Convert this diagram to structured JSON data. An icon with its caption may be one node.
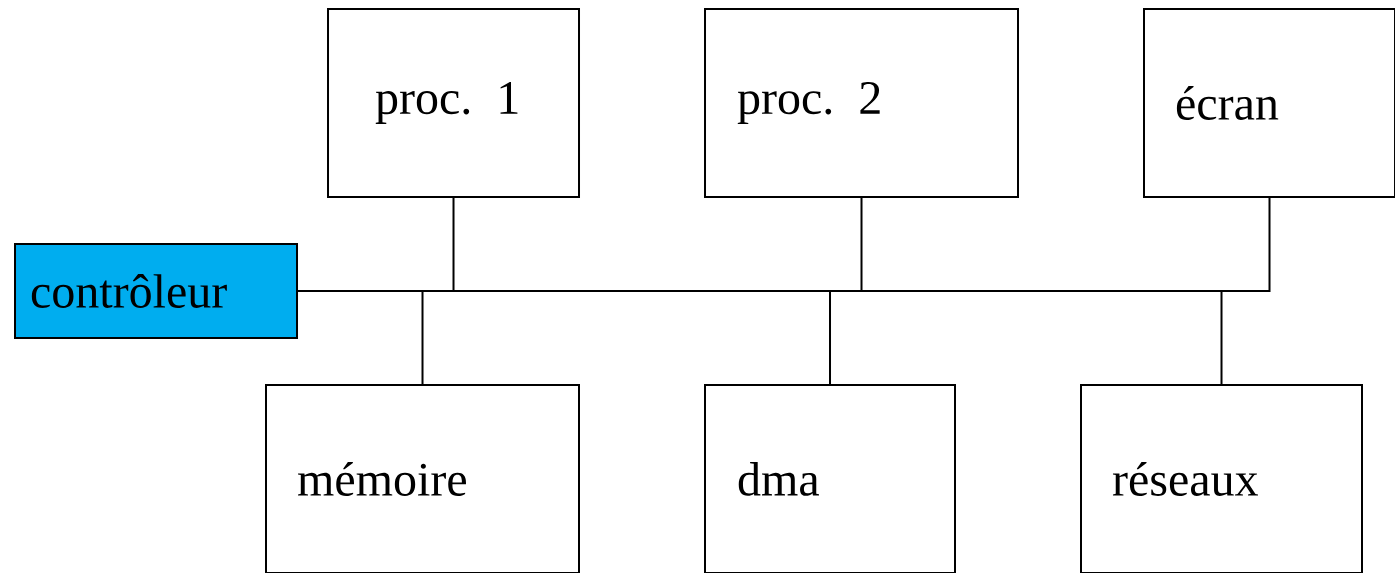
{
  "diagram": {
    "nodes": [
      {
        "text": [
          "contrôleur"
        ]
      },
      {
        "text": [
          "proc. 1"
        ]
      },
      {
        "text": [
          "proc. 2"
        ]
      },
      {
        "text": [
          "écran"
        ]
      },
      {
        "text": [
          "mémoire"
        ]
      },
      {
        "text": [
          "dma"
        ]
      },
      {
        "text": [
          "réseaux"
        ]
      }
    ],
    "edges": [
      {
        "from": 0,
        "to": 1,
        "arrow": "none"
      },
      {
        "from": 0,
        "to": 2,
        "arrow": "none"
      },
      {
        "from": 0,
        "to": 3,
        "arrow": "none"
      },
      {
        "from": 0,
        "to": 4,
        "arrow": "none"
      },
      {
        "from": 0,
        "to": 5,
        "arrow": "none"
      },
      {
        "from": 0,
        "to": 6,
        "arrow": "none"
      }
    ]
  }
}
